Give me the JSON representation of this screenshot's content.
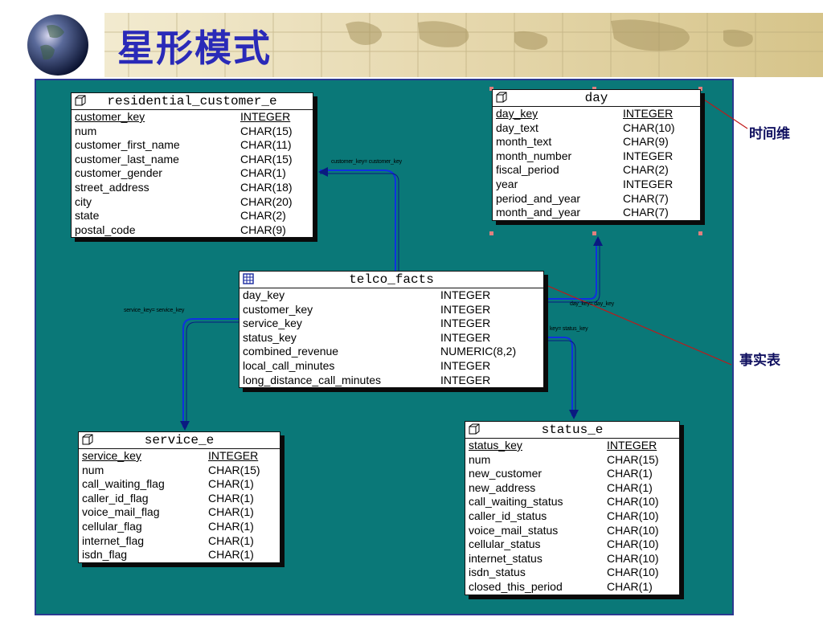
{
  "slide_title": "星形模式",
  "annotations": {
    "time_dimension": "时间维",
    "fact_table": "事实表"
  },
  "entities": {
    "residential": {
      "name": "residential_customer_e",
      "rows": [
        {
          "name": "customer_key",
          "type": "INTEGER",
          "key": true
        },
        {
          "name": "num",
          "type": "CHAR(15)"
        },
        {
          "name": "customer_first_name",
          "type": "CHAR(11)"
        },
        {
          "name": "customer_last_name",
          "type": "CHAR(15)"
        },
        {
          "name": "customer_gender",
          "type": "CHAR(1)"
        },
        {
          "name": "street_address",
          "type": "CHAR(18)"
        },
        {
          "name": "city",
          "type": "CHAR(20)"
        },
        {
          "name": "state",
          "type": "CHAR(2)"
        },
        {
          "name": "postal_code",
          "type": "CHAR(9)"
        }
      ]
    },
    "day": {
      "name": "day",
      "rows": [
        {
          "name": "day_key",
          "type": "INTEGER",
          "key": true
        },
        {
          "name": "day_text",
          "type": "CHAR(10)"
        },
        {
          "name": "month_text",
          "type": "CHAR(9)"
        },
        {
          "name": "month_number",
          "type": "INTEGER"
        },
        {
          "name": "fiscal_period",
          "type": "CHAR(2)"
        },
        {
          "name": "year",
          "type": "INTEGER"
        },
        {
          "name": "period_and_year",
          "type": "CHAR(7)"
        },
        {
          "name": "month_and_year",
          "type": "CHAR(7)"
        }
      ]
    },
    "telco": {
      "name": "telco_facts",
      "rows": [
        {
          "name": "day_key",
          "type": "INTEGER"
        },
        {
          "name": "customer_key",
          "type": "INTEGER"
        },
        {
          "name": "service_key",
          "type": "INTEGER"
        },
        {
          "name": "status_key",
          "type": "INTEGER"
        },
        {
          "name": "combined_revenue",
          "type": "NUMERIC(8,2)"
        },
        {
          "name": "local_call_minutes",
          "type": "INTEGER"
        },
        {
          "name": "long_distance_call_minutes",
          "type": "INTEGER"
        }
      ]
    },
    "service": {
      "name": "service_e",
      "rows": [
        {
          "name": "service_key",
          "type": "INTEGER",
          "key": true
        },
        {
          "name": "num",
          "type": "CHAR(15)"
        },
        {
          "name": "call_waiting_flag",
          "type": "CHAR(1)"
        },
        {
          "name": "caller_id_flag",
          "type": "CHAR(1)"
        },
        {
          "name": "voice_mail_flag",
          "type": "CHAR(1)"
        },
        {
          "name": "cellular_flag",
          "type": "CHAR(1)"
        },
        {
          "name": "internet_flag",
          "type": "CHAR(1)"
        },
        {
          "name": "isdn_flag",
          "type": "CHAR(1)"
        }
      ]
    },
    "status": {
      "name": "status_e",
      "rows": [
        {
          "name": "status_key",
          "type": "INTEGER",
          "key": true
        },
        {
          "name": "num",
          "type": "CHAR(15)"
        },
        {
          "name": "new_customer",
          "type": "CHAR(1)"
        },
        {
          "name": "new_address",
          "type": "CHAR(1)"
        },
        {
          "name": "call_waiting_status",
          "type": "CHAR(10)"
        },
        {
          "name": "caller_id_status",
          "type": "CHAR(10)"
        },
        {
          "name": "voice_mail_status",
          "type": "CHAR(10)"
        },
        {
          "name": "cellular_status",
          "type": "CHAR(10)"
        },
        {
          "name": "internet_status",
          "type": "CHAR(10)"
        },
        {
          "name": "isdn_status",
          "type": "CHAR(10)"
        },
        {
          "name": "closed_this_period",
          "type": "CHAR(1)"
        }
      ]
    }
  },
  "relationships": {
    "customer": "customer_key= customer_key",
    "service": "service_key= service_key",
    "day": "day_key= day_key",
    "status": "key= status_key"
  },
  "colors": {
    "canvas": "#0a7878",
    "wire": "#1030e0",
    "title": "#2a2ab8",
    "callout_line": "#c01818"
  }
}
